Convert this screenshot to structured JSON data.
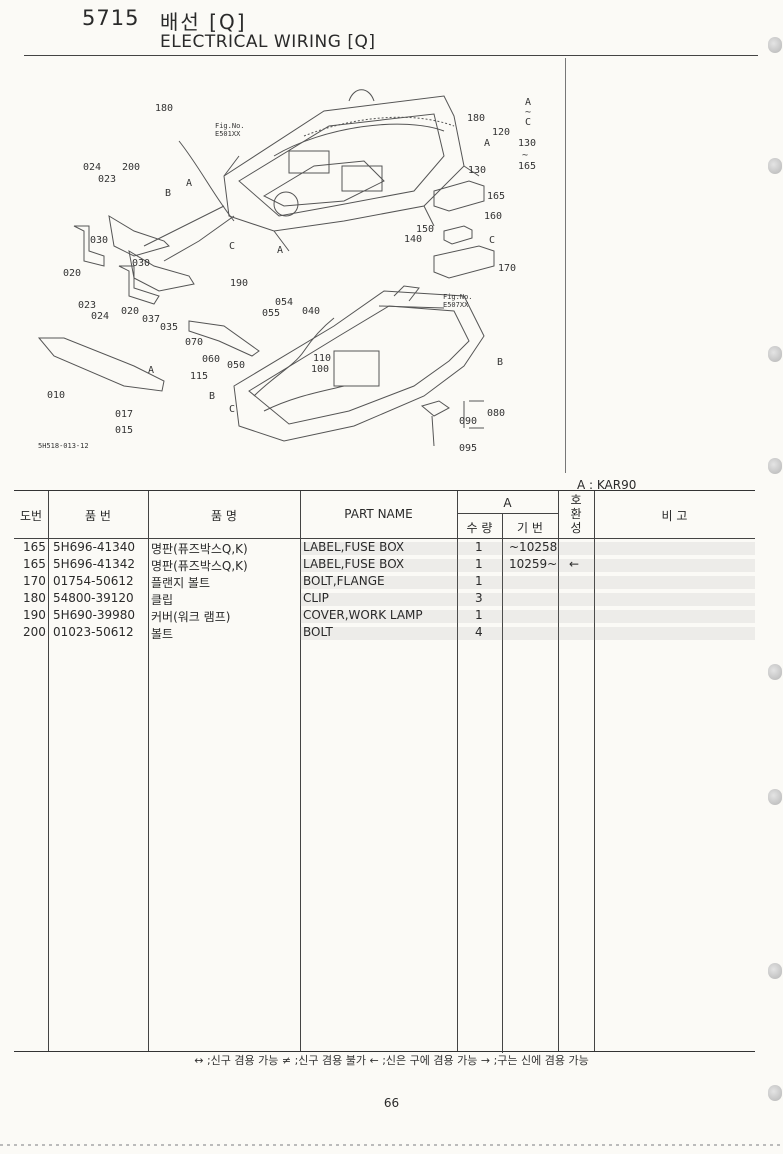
{
  "header": {
    "code": "5715",
    "title_ko": "배선 [Q]",
    "title_en": "ELECTRICAL WIRING [Q]"
  },
  "diagram": {
    "callouts": [
      "180",
      "180",
      "024",
      "200",
      "023",
      "030",
      "030",
      "020",
      "190",
      "023",
      "024",
      "020",
      "037",
      "035",
      "054",
      "055",
      "040",
      "070",
      "060",
      "050",
      "115",
      "110",
      "100",
      "010",
      "017",
      "015",
      "120",
      "130",
      "165",
      "160",
      "150",
      "140",
      "170",
      "080",
      "090",
      "095"
    ],
    "letters": [
      "A",
      "C",
      "A",
      "B",
      "C",
      "A",
      "A",
      "B",
      "B",
      "C"
    ],
    "range_note": [
      "A",
      "~",
      "C",
      "130",
      "~",
      "165"
    ],
    "fig_refs": [
      "Fig.No. E501XX",
      "Fig.No. E507XX"
    ],
    "drawing_id": "5H518-013-12"
  },
  "model_key": "A : KAR90",
  "table": {
    "headers": {
      "no": "도번",
      "part_no": "품 번",
      "name_ko": "품 명",
      "part_name": "PART NAME",
      "group_a": "A",
      "qty": "수 량",
      "serial": "기 번",
      "interchange": "호 환 성",
      "remarks": "비 고"
    },
    "rows": [
      {
        "no": "165",
        "part_no": "5H696-41340",
        "name_ko": "명판(퓨즈박스Q,K)",
        "part_name": "LABEL,FUSE BOX",
        "qty": "1",
        "serial": "~10258",
        "interchange": ""
      },
      {
        "no": "165",
        "part_no": "5H696-41342",
        "name_ko": "명판(퓨즈박스Q,K)",
        "part_name": "LABEL,FUSE BOX",
        "qty": "1",
        "serial": "10259~",
        "interchange": "←"
      },
      {
        "no": "170",
        "part_no": "01754-50612",
        "name_ko": "플랜지 볼트",
        "part_name": "BOLT,FLANGE",
        "qty": "1",
        "serial": "",
        "interchange": ""
      },
      {
        "no": "180",
        "part_no": "54800-39120",
        "name_ko": "클립",
        "part_name": "CLIP",
        "qty": "3",
        "serial": "",
        "interchange": ""
      },
      {
        "no": "190",
        "part_no": "5H690-39980",
        "name_ko": "커버(워크 램프)",
        "part_name": "COVER,WORK LAMP",
        "qty": "1",
        "serial": "",
        "interchange": ""
      },
      {
        "no": "200",
        "part_no": "01023-50612",
        "name_ko": "볼트",
        "part_name": "BOLT",
        "qty": "4",
        "serial": "",
        "interchange": ""
      }
    ]
  },
  "footnote": "↔ ;신구 겸용 가능    ≠ ;신구 겸용 불가    ← ;신은 구에 겸용 가능    → ;구는 신에 겸용 가능",
  "page_number": "66"
}
